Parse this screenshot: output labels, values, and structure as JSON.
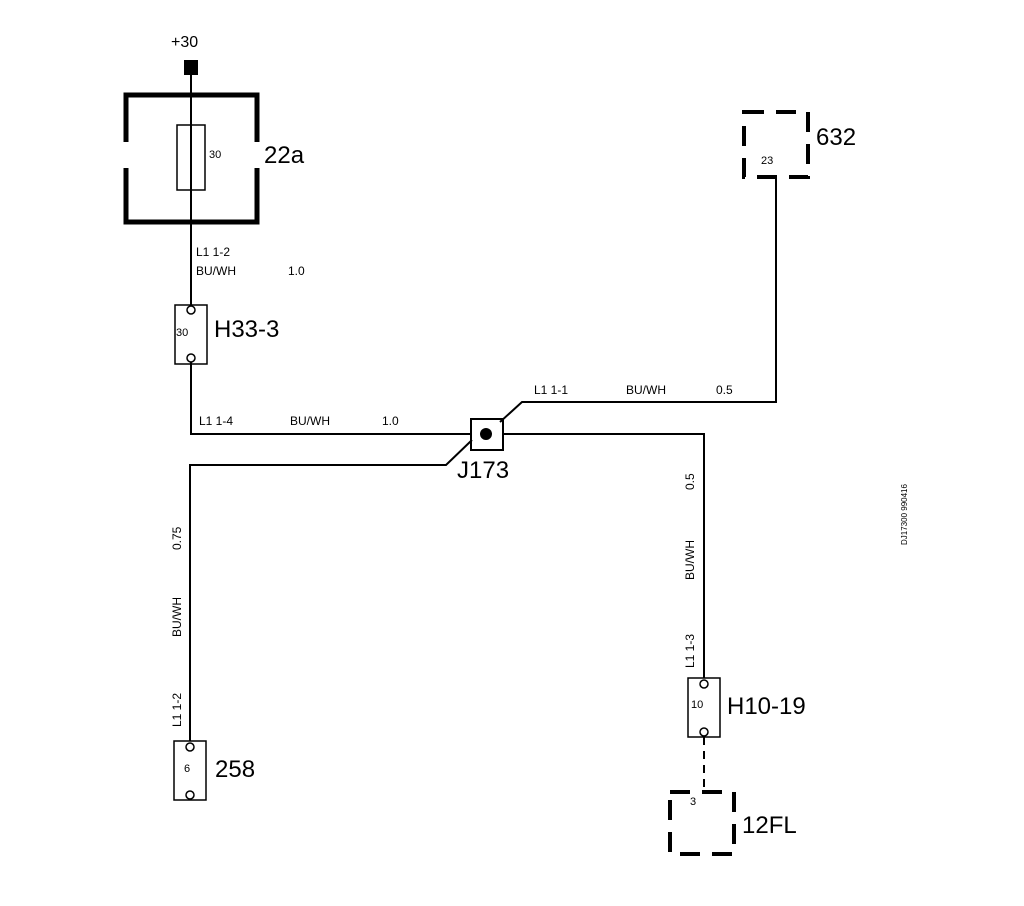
{
  "supply": {
    "label": "+30"
  },
  "components": {
    "fuse_box": {
      "id": "22a",
      "fuse_no": "30"
    },
    "ecu_632": {
      "id": "632",
      "pin": "23"
    },
    "conn_h33": {
      "id": "H33-3",
      "pin": "30"
    },
    "splice": {
      "id": "J173"
    },
    "conn_h10": {
      "id": "H10-19",
      "pin": "10"
    },
    "ground_258": {
      "id": "258",
      "pin": "6"
    },
    "comp_12fl": {
      "id": "12FL",
      "pin": "3"
    }
  },
  "wires": {
    "w_l1_1_2_top": {
      "circuit": "L1  1-2",
      "color": "BU/WH",
      "size": "1.0"
    },
    "w_l1_1_4": {
      "circuit": "L1  1-4",
      "color": "BU/WH",
      "size": "1.0"
    },
    "w_l1_1_1": {
      "circuit": "L1  1-1",
      "color": "BU/WH",
      "size": "0.5"
    },
    "w_l1_1_3": {
      "circuit": "L1  1-3",
      "color": "BU/WH",
      "size": "0.5"
    },
    "w_l1_1_2_left": {
      "circuit": "L1  1-2",
      "color": "BU/WH",
      "size": "0.75"
    }
  },
  "drawing_id": "DJ17300 990416"
}
